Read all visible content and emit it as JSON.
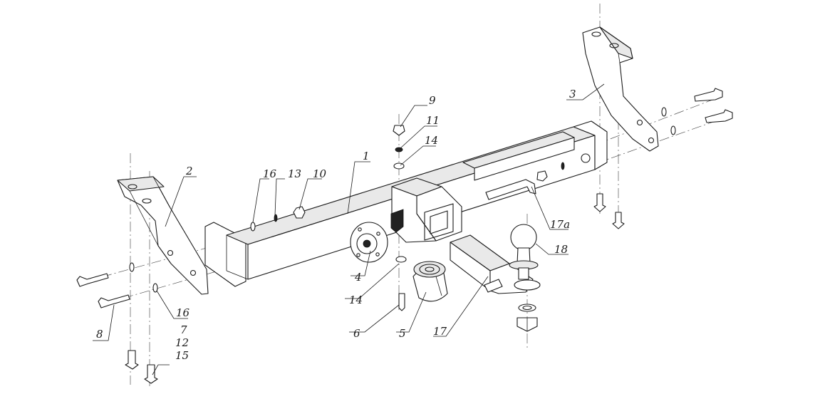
{
  "callouts": {
    "c1": "1",
    "c2": "2",
    "c3": "3",
    "c4": "4",
    "c5": "5",
    "c6": "6",
    "c7": "7",
    "c8": "8",
    "c9": "9",
    "c10": "10",
    "c11": "11",
    "c12": "12",
    "c13": "13",
    "c14a": "14",
    "c14b": "14",
    "c15": "15",
    "c16a": "16",
    "c16b": "16",
    "c17": "17",
    "c17a": "17a",
    "c18": "18"
  }
}
